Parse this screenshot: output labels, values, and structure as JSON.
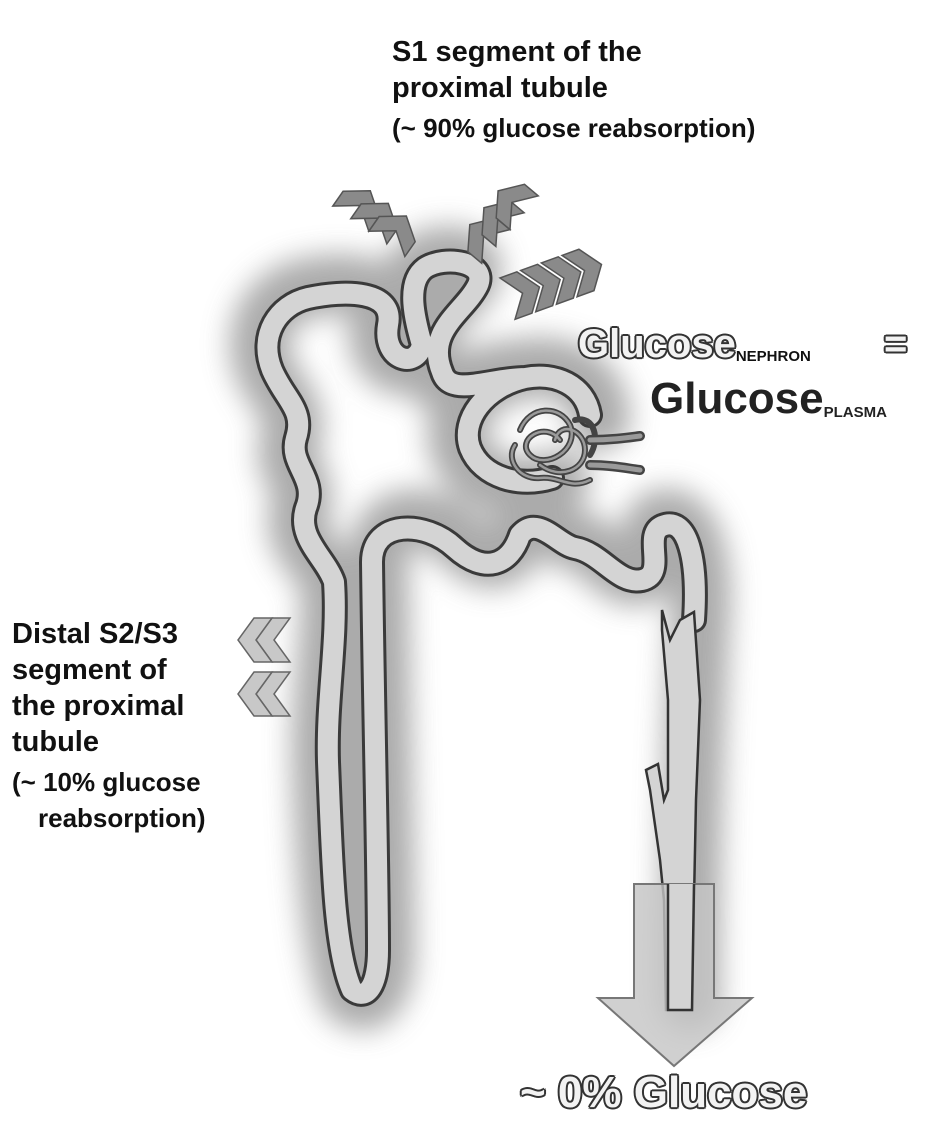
{
  "s1_label": {
    "line1": "S1 segment of the",
    "line2": "proximal tubule",
    "line3": "(~ 90% glucose reabsorption)"
  },
  "s23_label": {
    "line1": "Distal S2/S3",
    "line2": "segment of",
    "line3": "the proximal",
    "line4": "tubule",
    "line5": "(~ 10% glucose",
    "line6": "reabsorption)"
  },
  "equation": {
    "nephron_main": "Glucose",
    "nephron_sub": "NEPHRON",
    "equals": "=",
    "plasma_main": "Glucose",
    "plasma_sub": "PLASMA"
  },
  "output_label": "~ 0% Glucose",
  "colors": {
    "tubule_fill": "#d4d4d4",
    "tubule_outline": "#3a3a3a",
    "halo": "#9a9a9a",
    "arrow_dark": "#8a8a8a",
    "arrow_light": "#c8c8c8",
    "glomerulus": "#555555"
  }
}
